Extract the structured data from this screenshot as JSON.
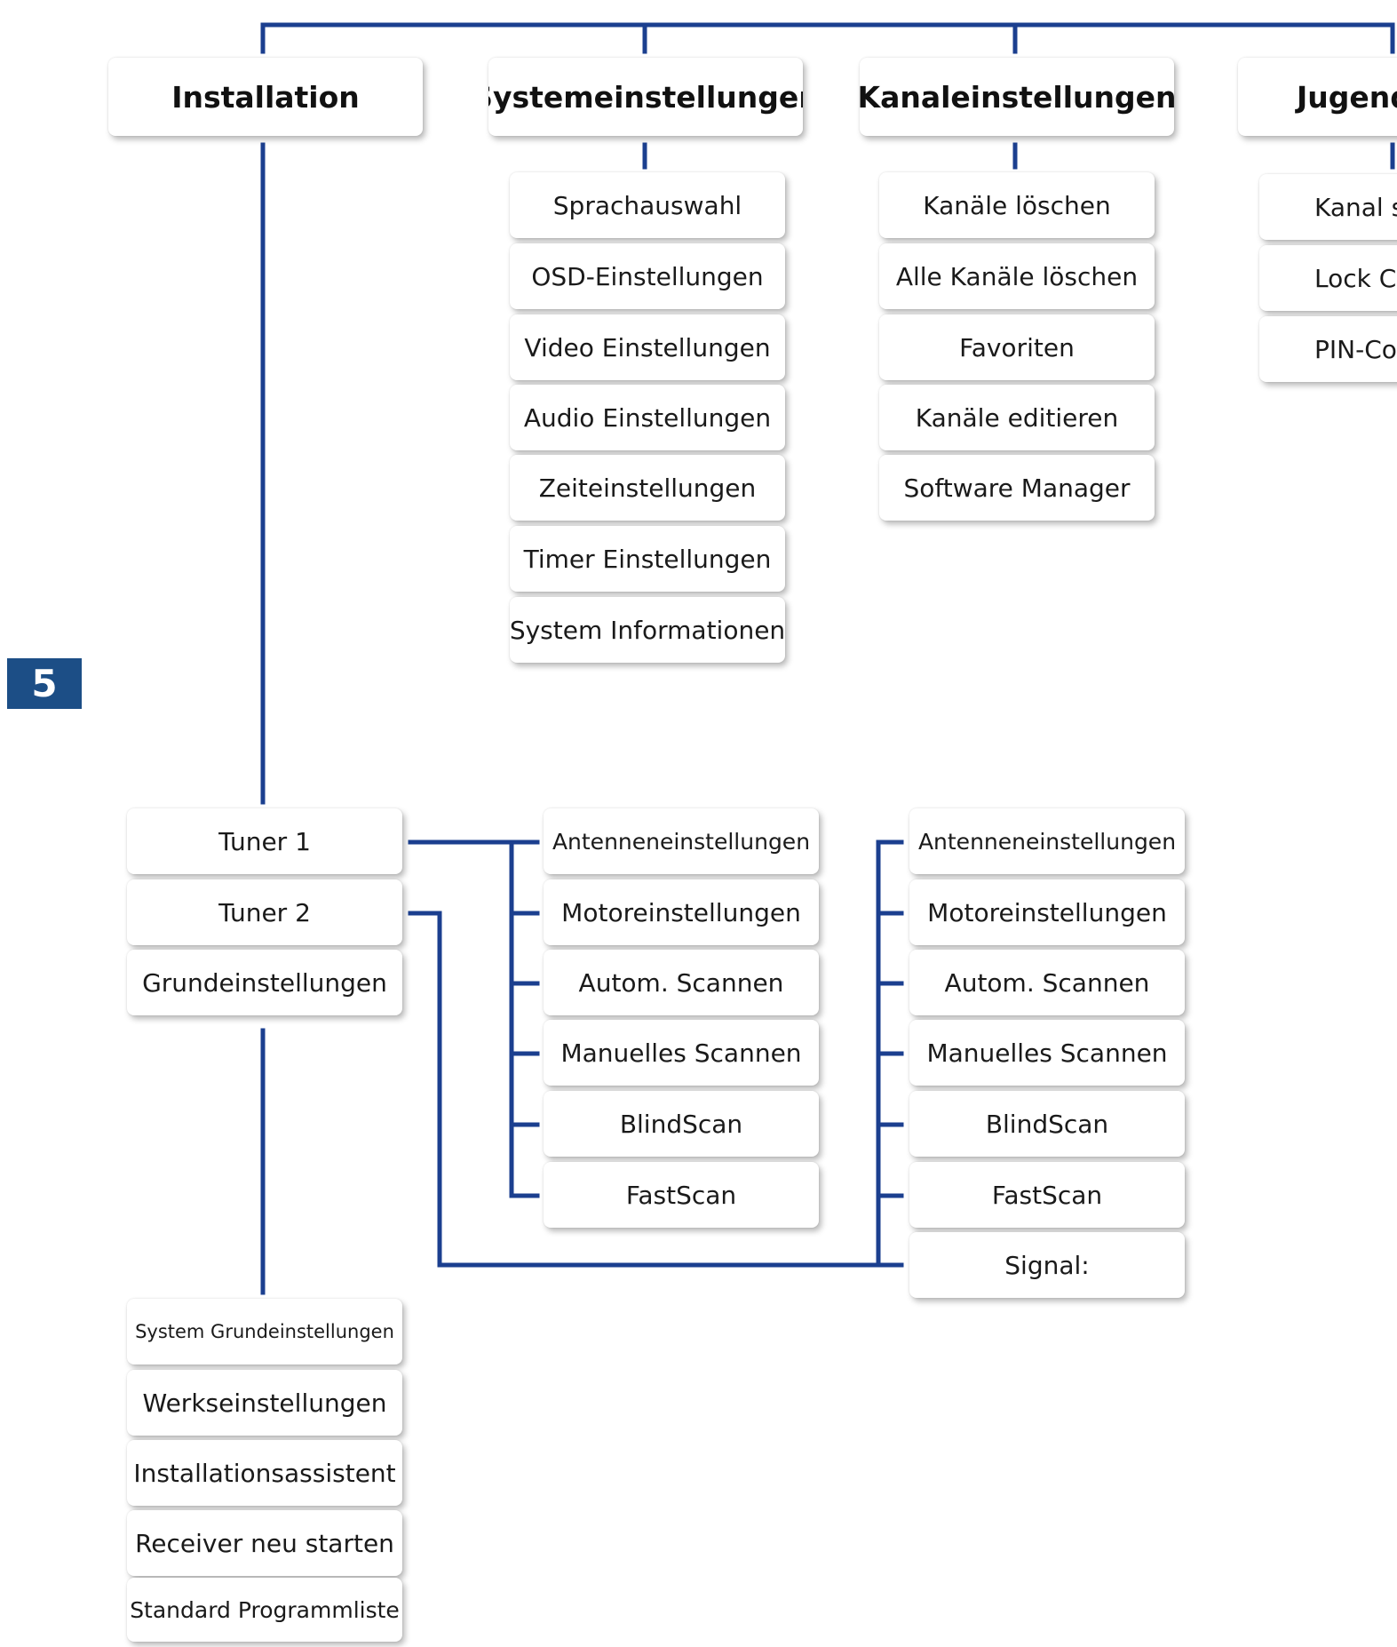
{
  "section_badge": "5",
  "colors": {
    "connector": "#1b3f8f",
    "badge": "#1c4e86"
  },
  "headers": {
    "installation": "Installation",
    "system": "Systemeinstellungen",
    "channel": "Kanaleinstellungen",
    "youth": "Jugend"
  },
  "system_items": [
    "Sprachauswahl",
    "OSD-Einstellungen",
    "Video Einstellungen",
    "Audio Einstellungen",
    "Zeiteinstellungen",
    "Timer Einstellungen",
    "System Informationen"
  ],
  "channel_items": [
    "Kanäle löschen",
    "Alle Kanäle löschen",
    "Favoriten",
    "Kanäle editieren",
    "Software Manager"
  ],
  "youth_items": [
    "Kanal s",
    "Lock C",
    "PIN-Cod"
  ],
  "installation_items": [
    "Tuner 1",
    "Tuner 2",
    "Grundeinstellungen"
  ],
  "tuner1_items": [
    "Antenneneinstellungen",
    "Motoreinstellungen",
    "Autom. Scannen",
    "Manuelles Scannen",
    "BlindScan",
    "FastScan"
  ],
  "tuner2_items": [
    "Antenneneinstellungen",
    "Motoreinstellungen",
    "Autom. Scannen",
    "Manuelles Scannen",
    "BlindScan",
    "FastScan",
    "Signal:"
  ],
  "basic_items": [
    "System Grundeinstellungen",
    "Werkseinstellungen",
    "Installationsassistent",
    "Receiver neu starten",
    "Standard Programmliste"
  ]
}
